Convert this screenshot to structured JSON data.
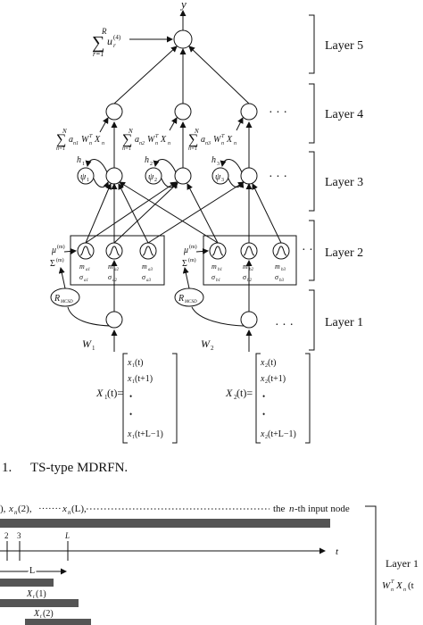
{
  "output": {
    "y": "y",
    "sum_sup": "R",
    "sum_sub": "r=1",
    "sum_term": "u",
    "term_sub": "r",
    "term_sup": "(4)"
  },
  "layers": [
    "Layer 5",
    "Layer 4",
    "Layer 3",
    "Layer 2",
    "Layer 1"
  ],
  "dots": "· · ·",
  "dots2": "· ·",
  "layer4_sums": [
    {
      "sup": "N",
      "sub": "n=1",
      "term": "a",
      "term_sub": "n1",
      "w": "W",
      "w_sup": "T",
      "w_sub": "n",
      "x": "X",
      "x_sub": "n"
    },
    {
      "sup": "N",
      "sub": "n=1",
      "term": "a",
      "term_sub": "n2",
      "w": "W",
      "w_sup": "T",
      "w_sub": "n",
      "x": "X",
      "x_sub": "n"
    },
    {
      "sup": "N",
      "sub": "n=1",
      "term": "a",
      "term_sub": "n3",
      "w": "W",
      "w_sup": "T",
      "w_sub": "n",
      "x": "X",
      "x_sub": "n"
    }
  ],
  "layer3": {
    "h": [
      {
        "h": "h",
        "sub": "1"
      },
      {
        "h": "h",
        "sub": "2"
      },
      {
        "h": "h",
        "sub": "3"
      }
    ],
    "psi": [
      {
        "p": "ψ",
        "sub": "1"
      },
      {
        "p": "ψ",
        "sub": "2"
      },
      {
        "p": "ψ",
        "sub": "3"
      }
    ]
  },
  "layer2": {
    "mu": "μ",
    "sigma": "Σ",
    "m_sup": "(m)",
    "params": [
      {
        "m": "m",
        "m_sub": "a1",
        "s": "σ",
        "s_sub": "a1"
      },
      {
        "m": "m",
        "m_sub": "a2",
        "s": "σ",
        "s_sub": "a2"
      },
      {
        "m": "m",
        "m_sub": "a3",
        "s": "σ",
        "s_sub": "a3"
      },
      {
        "m": "m",
        "m_sub": "b1",
        "s": "σ",
        "s_sub": "b1"
      },
      {
        "m": "m",
        "m_sub": "b2",
        "s": "σ",
        "s_sub": "b2"
      },
      {
        "m": "m",
        "m_sub": "b3",
        "s": "σ",
        "s_sub": "b3"
      }
    ]
  },
  "layer1": {
    "r": "R",
    "r_sub": "MCSD",
    "w": [
      {
        "w": "W",
        "sub": "1"
      },
      {
        "w": "W",
        "sub": "2"
      }
    ]
  },
  "inputs": [
    {
      "lhs": "X",
      "lhs_sub": "1",
      "lhs_arg": "(t)=",
      "rows": [
        {
          "x": "x",
          "sub": "1",
          "arg": "(t)"
        },
        {
          "x": "x",
          "sub": "1",
          "arg": "(t+1)"
        },
        {
          "x": "•"
        },
        {
          "x": "•"
        },
        {
          "x": "x",
          "sub": "1",
          "arg": "(t+L−1)"
        }
      ]
    },
    {
      "lhs": "X",
      "lhs_sub": "2",
      "lhs_arg": "(t)=",
      "rows": [
        {
          "x": "x",
          "sub": "2",
          "arg": "(t)"
        },
        {
          "x": "x",
          "sub": "2",
          "arg": "(t+1)"
        },
        {
          "x": "•"
        },
        {
          "x": "•"
        },
        {
          "x": "x",
          "sub": "2",
          "arg": "(t+L−1)"
        }
      ]
    }
  ],
  "caption": {
    "num": "1.",
    "text": "TS-type MDRFN."
  },
  "bottom": {
    "series_a": "),",
    "series_x1": "x",
    "series_x1_sub": "n",
    "series_x1_arg": "(2),",
    "series_dots": "·······",
    "series_x2": "x",
    "series_x2_sub": "n",
    "series_x2_arg": "(L),",
    "node_pre": "the ",
    "node_n": "n",
    "node_post": "-th input node",
    "ticks": [
      "2",
      "3",
      "L"
    ],
    "t_label": "t",
    "L_label": "L",
    "window1": {
      "x": "X",
      "sub": "t",
      "arg": "(1)"
    },
    "window2": {
      "x": "X",
      "sub": "t",
      "arg": "(2)"
    },
    "layer1_label": "Layer 1",
    "formula": {
      "w": "W",
      "w_sup": "T",
      "w_sub": "n",
      "x": "X",
      "x_sub": "n",
      "tail": "(t"
    }
  }
}
